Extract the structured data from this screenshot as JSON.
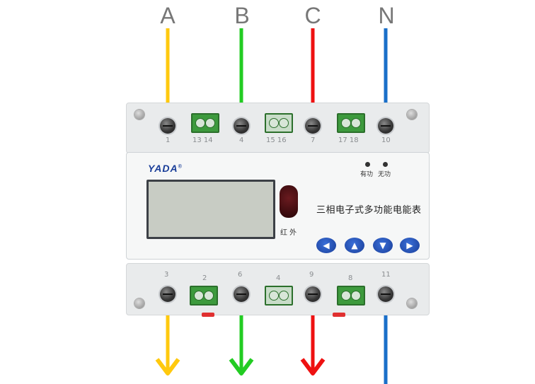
{
  "phases": [
    "A",
    "B",
    "C",
    "N"
  ],
  "brand": "YADA",
  "brand_mark": "®",
  "product_name": "三相电子式多功能电能表",
  "infrared_label": "红 外",
  "indicators": {
    "active": "有功",
    "reactive": "无功"
  },
  "top_terminals": [
    "1",
    "13 14",
    "4",
    "15 16",
    "7",
    "17 18",
    "10"
  ],
  "bottom_terminals": [
    "3",
    "2",
    "6",
    "4",
    "9",
    "8",
    "11"
  ],
  "buttons": [
    "left-icon",
    "up-icon",
    "down-icon",
    "right-icon"
  ],
  "wire_colors": {
    "A": "#ffc90e",
    "B": "#22cc22",
    "C": "#ee1111",
    "N": "#1a6fc9"
  }
}
